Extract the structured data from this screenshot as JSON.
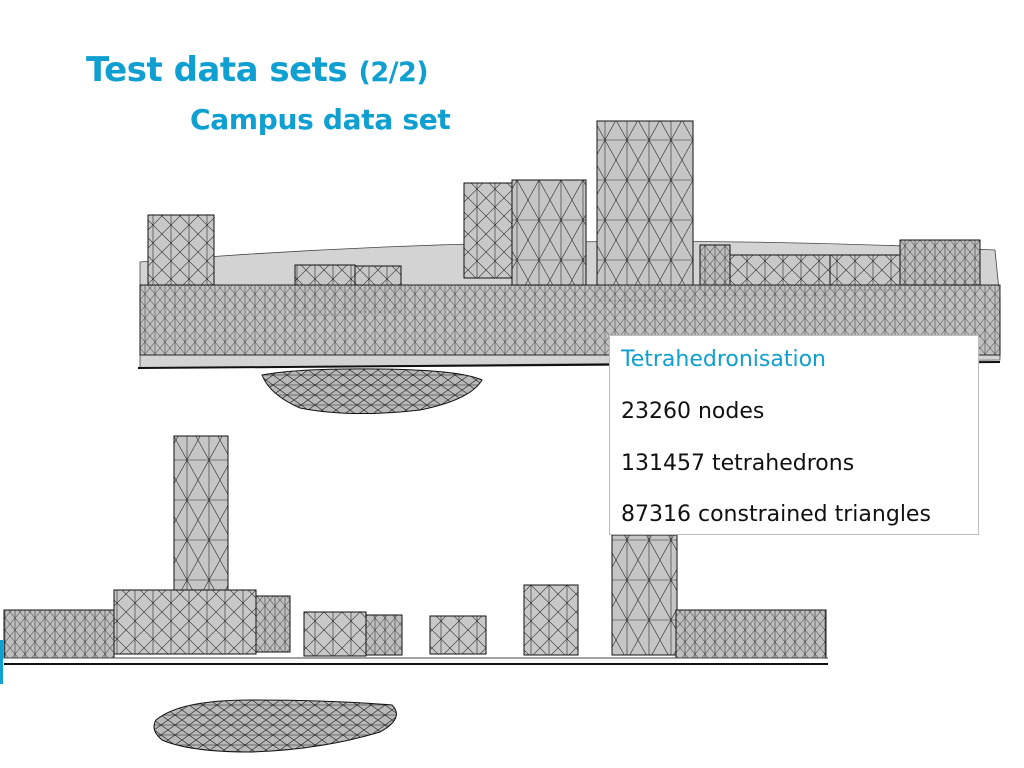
{
  "colors": {
    "accent": "#0f9fd0",
    "building_fill": "#c8c8c8",
    "building_edge": "#1a1a1a",
    "ground": "#d8d8d8"
  },
  "slide": {
    "title": "Test data sets",
    "title_part": "(2/2)",
    "subtitle": "Campus data set"
  },
  "info": {
    "heading": "Tetrahedronisation",
    "nodes": "23260 nodes",
    "tetrahedrons": "131457 tetrahedrons",
    "triangles": "87316 constrained triangles"
  },
  "images": {
    "top_view": "campus-wireframe-view-1",
    "bottom_view": "campus-wireframe-view-2"
  }
}
